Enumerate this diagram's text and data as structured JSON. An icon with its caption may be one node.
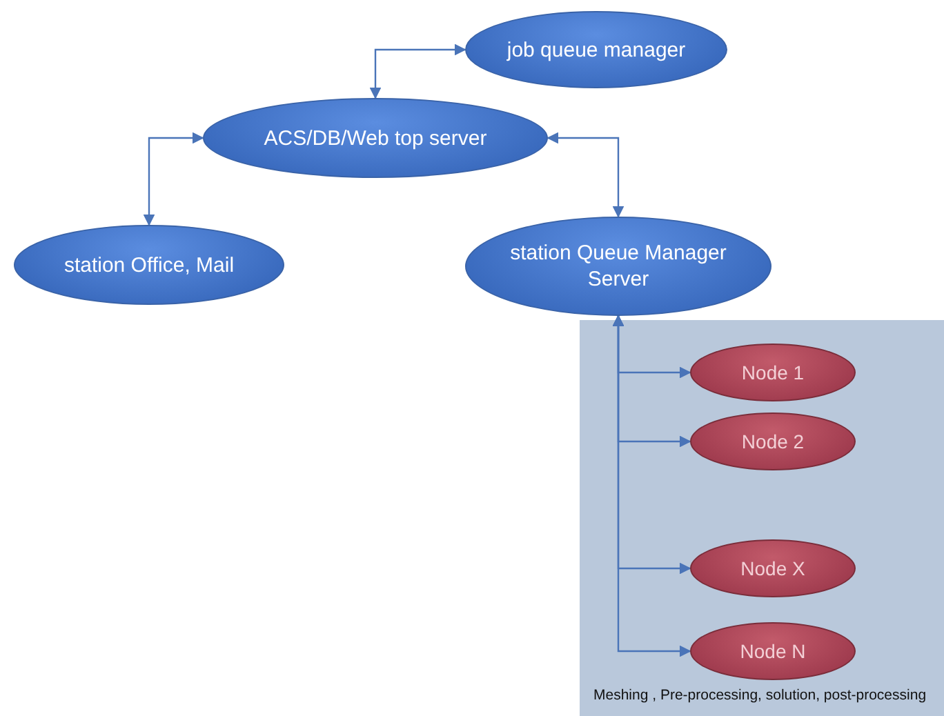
{
  "diagram": {
    "nodes": [
      {
        "text": [
          "job queue manager"
        ]
      },
      {
        "text": [
          "ACS/DB/Web top server"
        ]
      },
      {
        "text": [
          "station Office, Mail"
        ]
      },
      {
        "text": [
          "station Queue Manager Server"
        ]
      },
      {
        "text": [
          "Meshing , Pre-processing, solution, post-processing"
        ]
      },
      {
        "text": [
          "Node 1"
        ],
        "in": 4
      },
      {
        "text": [
          "Node 2"
        ],
        "in": 4
      },
      {
        "text": [
          "Node X"
        ],
        "in": 4
      },
      {
        "text": [
          "Node N"
        ],
        "in": 4
      }
    ],
    "edges": [
      {
        "from": 1,
        "to": 0,
        "arrow": "both"
      },
      {
        "from": 1,
        "to": 2,
        "arrow": "both"
      },
      {
        "from": 1,
        "to": 3,
        "arrow": "both"
      },
      {
        "from": 3,
        "to": 5,
        "arrow": "both"
      },
      {
        "from": 3,
        "to": 6,
        "arrow": "both"
      },
      {
        "from": 3,
        "to": 7,
        "arrow": "both"
      },
      {
        "from": 3,
        "to": 8,
        "arrow": "both"
      }
    ]
  }
}
